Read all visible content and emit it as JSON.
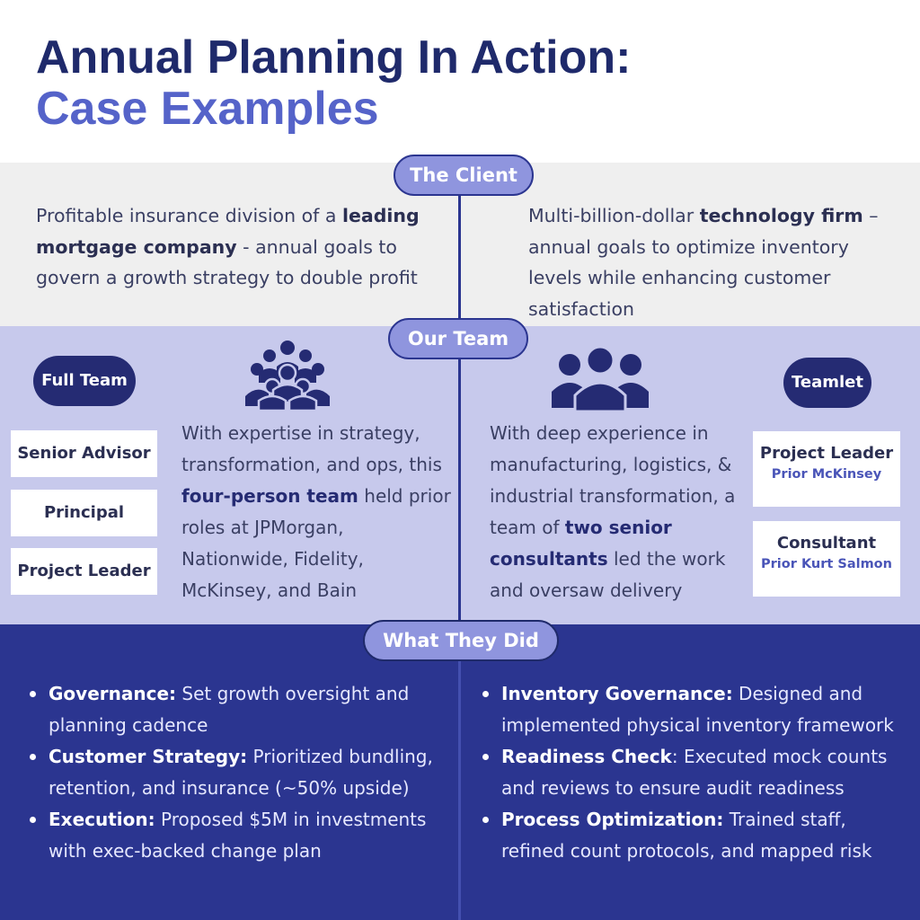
{
  "title": {
    "line1": "Annual Planning In Action:",
    "line2": "Case Examples"
  },
  "sections": {
    "client": "The Client",
    "team": "Our Team",
    "did": "What They Did"
  },
  "client": {
    "left": {
      "pre": "Profitable insurance division of a ",
      "bold": "leading mortgage company",
      "post": " - annual goals to govern a growth strategy to double profit"
    },
    "right": {
      "pre": "Multi-billion-dollar ",
      "bold": "technology firm",
      "post": " – annual goals to optimize inventory levels while enhancing customer satisfaction"
    }
  },
  "team": {
    "left": {
      "tag": "Full Team",
      "roles": [
        "Senior Advisor",
        "Principal",
        "Project Leader"
      ],
      "pre": "With expertise in strategy, transformation, and ops, this ",
      "bold": "four-person team",
      "post": " held prior roles at JPMorgan, Nationwide, Fidelity, McKinsey, and Bain",
      "icon": "large-group-icon"
    },
    "right": {
      "tag": "Teamlet",
      "roles": [
        {
          "title": "Project Leader",
          "sub": "Prior McKinsey"
        },
        {
          "title": "Consultant",
          "sub": "Prior Kurt Salmon"
        }
      ],
      "pre": "With deep experience in manufacturing, logistics, & industrial transformation, a team of ",
      "bold": "two senior consultants",
      "post": " led the work and oversaw delivery",
      "icon": "small-group-icon"
    }
  },
  "did": {
    "left": [
      {
        "label": "Governance:",
        "text": " Set growth oversight and planning cadence"
      },
      {
        "label": "Customer Strategy:",
        "text": " Prioritized bundling, retention, and insurance (~50% upside)"
      },
      {
        "label": "Execution:",
        "text": " Proposed $5M in investments with exec-backed change plan"
      }
    ],
    "right": [
      {
        "label": "Inventory Governance:",
        "text": " Designed and implemented physical inventory framework"
      },
      {
        "label": "Readiness Check",
        "text": ": Executed mock counts and reviews to ensure audit readiness"
      },
      {
        "label": "Process Optimization:",
        "text": " Trained staff, refined count protocols, and mapped risk"
      }
    ]
  },
  "colors": {
    "navy": "#1f2a6b",
    "accent": "#5563c9",
    "pill": "#8f95de",
    "band_client": "#efefef",
    "band_team": "#c7c9ec",
    "band_did": "#2b3590"
  }
}
